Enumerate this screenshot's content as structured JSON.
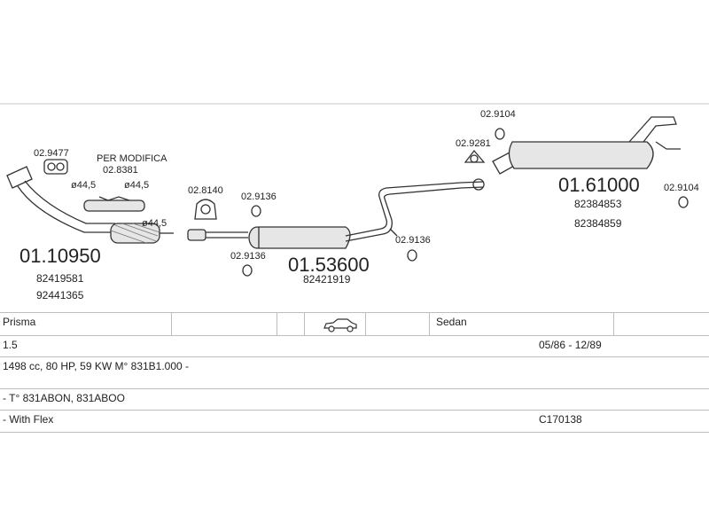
{
  "diagram": {
    "labels": {
      "p_029477": "02.9477",
      "per_modifica": "PER MODIFICA",
      "p_028381": "02.8381",
      "d_445_a": "ø44,5",
      "d_445_b": "ø44,5",
      "d_445_c": "ø44,5",
      "p_028140": "02.8140",
      "p_029136_a": "02.9136",
      "p_029136_b": "02.9136",
      "p_029136_c": "02.9136",
      "p_029104_a": "02.9104",
      "p_029281": "02.9281",
      "p_029104_b": "02.9104",
      "main_front": "01.10950",
      "oem_front_1": "82419581",
      "oem_front_2": "92441365",
      "main_mid": "01.53600",
      "oem_mid": "82421919",
      "main_rear": "01.61000",
      "oem_rear_1": "82384853",
      "oem_rear_2": "82384859"
    }
  },
  "table": {
    "row1": {
      "model": "Prisma",
      "body": "Sedan"
    },
    "row2": {
      "engine": "1.5",
      "years": "05/86 - 12/89"
    },
    "row3": {
      "spec": "1498 cc, 80 HP, 59 KW M° 831B1.000 -"
    },
    "row4": {
      "type": "- T° 831ABON, 831ABOO"
    },
    "row5": {
      "note": "- With Flex",
      "code": "C170138"
    }
  }
}
